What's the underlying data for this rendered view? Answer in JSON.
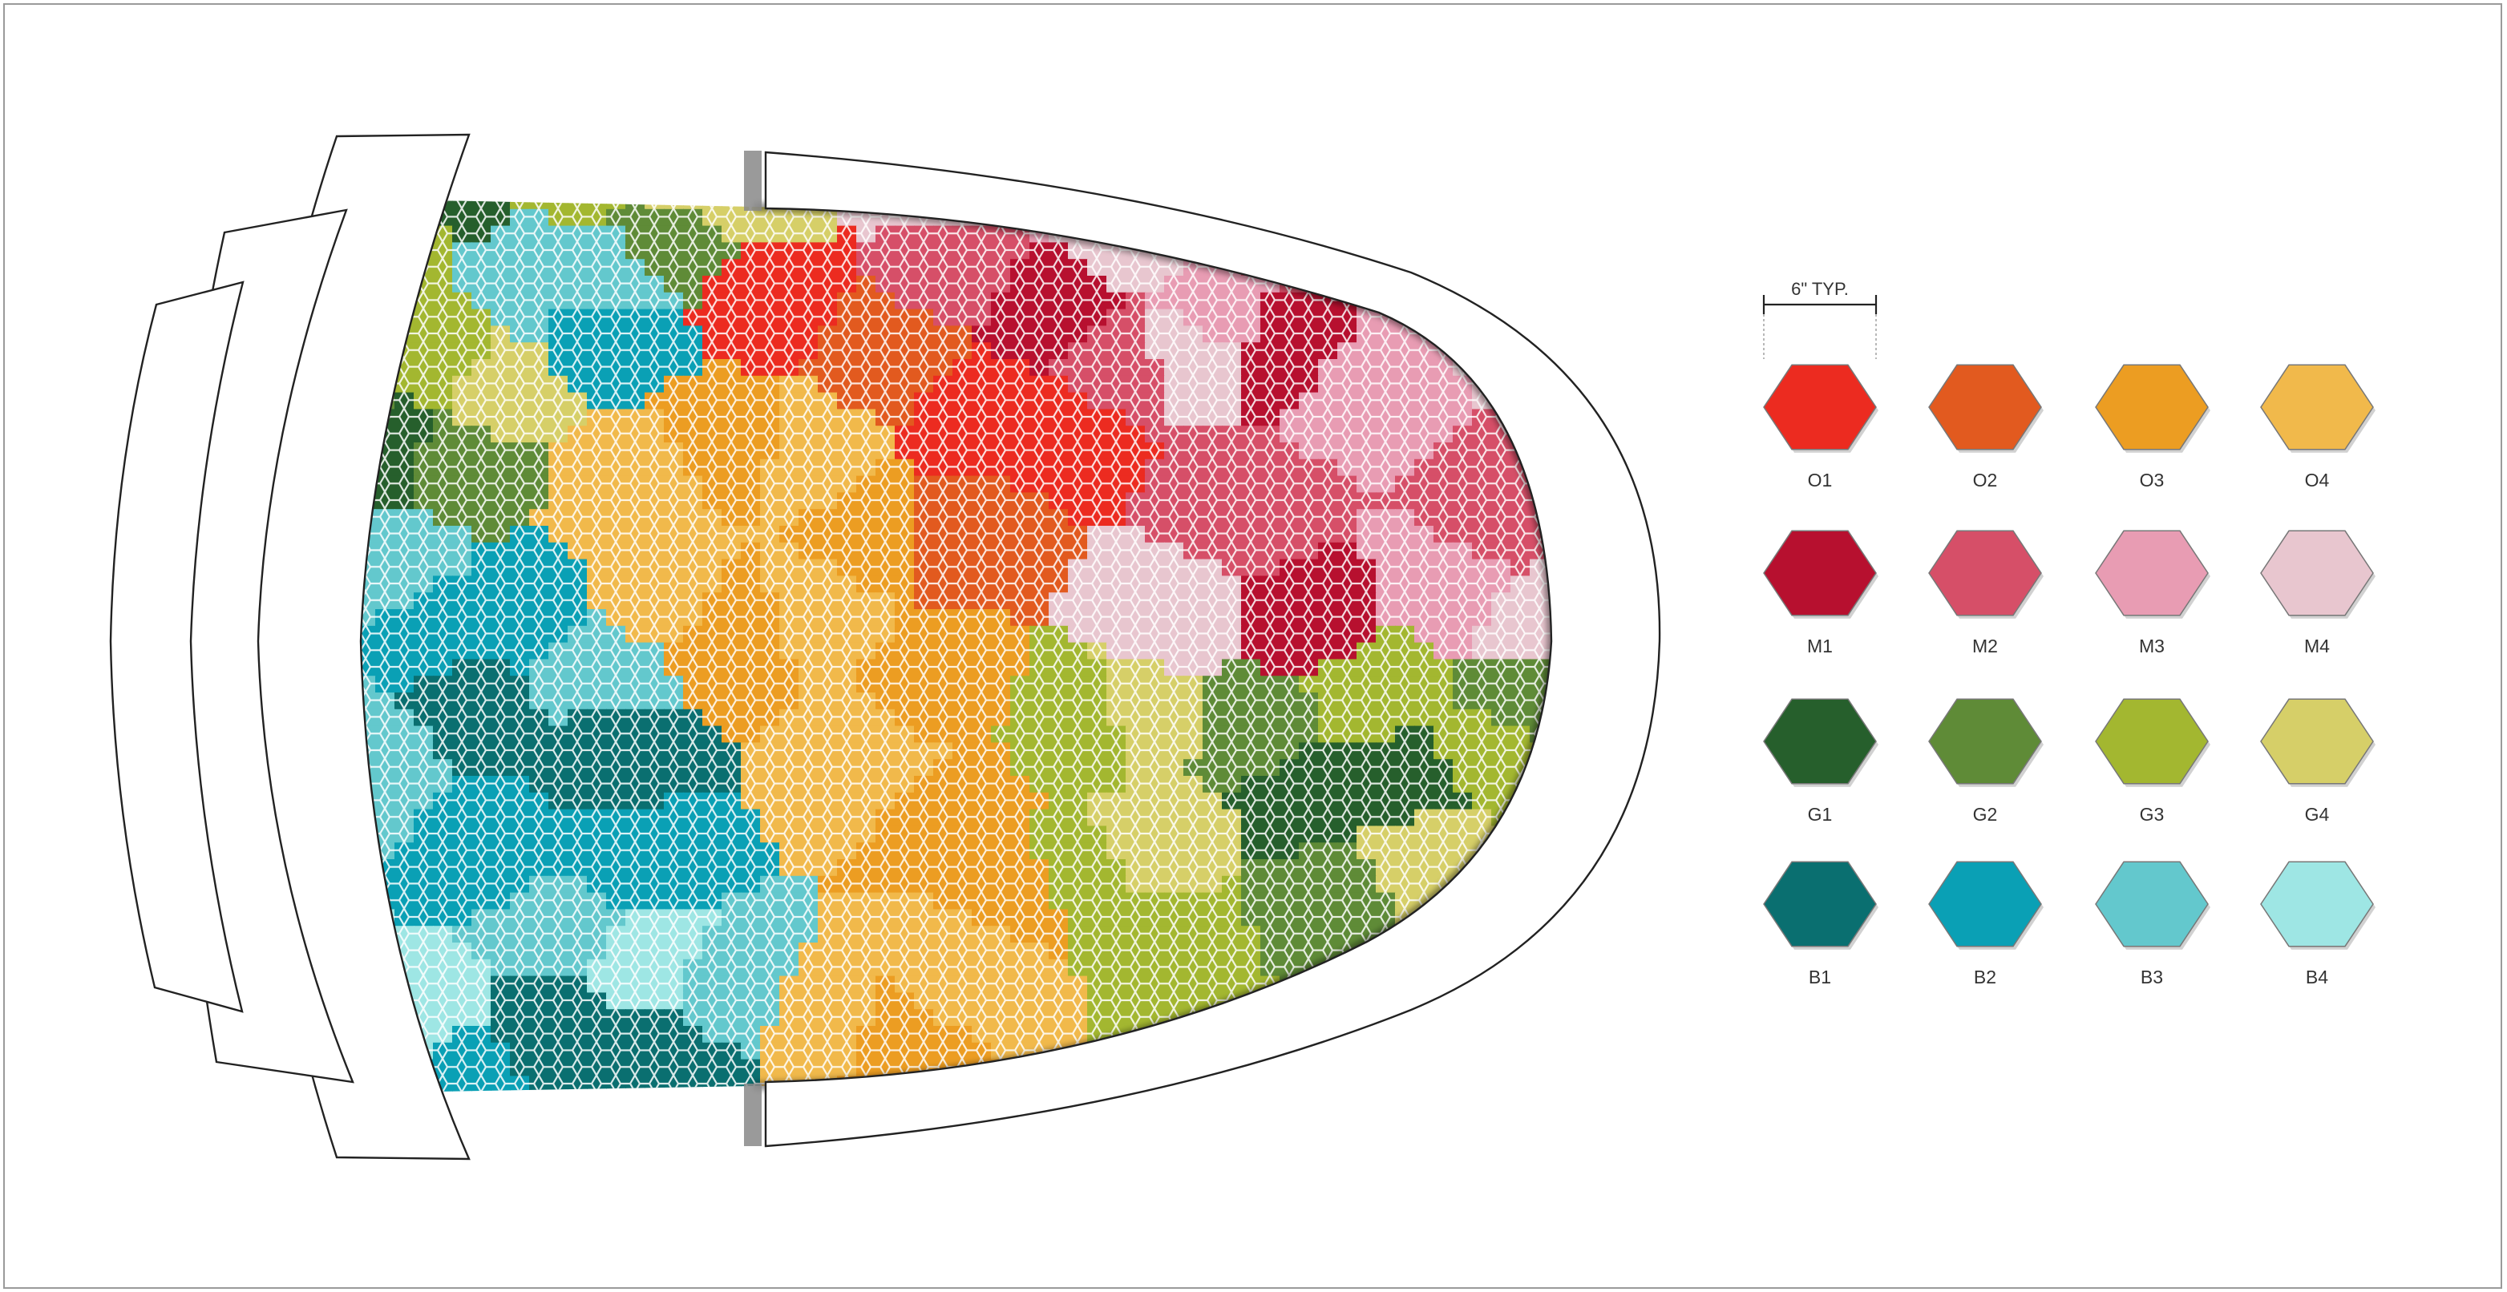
{
  "dimension": {
    "label": "6\" TYP."
  },
  "palette": {
    "rows": [
      [
        {
          "code": "O1",
          "color": "#ec2b20"
        },
        {
          "code": "O2",
          "color": "#e25a1f"
        },
        {
          "code": "O3",
          "color": "#ec9d22"
        },
        {
          "code": "O4",
          "color": "#f1b94b"
        }
      ],
      [
        {
          "code": "M1",
          "color": "#b7102f"
        },
        {
          "code": "M2",
          "color": "#d64f68"
        },
        {
          "code": "M3",
          "color": "#e89cb3"
        },
        {
          "code": "M4",
          "color": "#e8c6cf"
        }
      ],
      [
        {
          "code": "G1",
          "color": "#265f2c"
        },
        {
          "code": "G2",
          "color": "#5f8b37"
        },
        {
          "code": "G3",
          "color": "#a3b730"
        },
        {
          "code": "G4",
          "color": "#d6cf68"
        }
      ],
      [
        {
          "code": "B1",
          "color": "#0a6f70"
        },
        {
          "code": "B2",
          "color": "#0aa0b5"
        },
        {
          "code": "B3",
          "color": "#63c8cd"
        },
        {
          "code": "B4",
          "color": "#9ee6e4"
        }
      ]
    ]
  },
  "mosaic_regions": [
    {
      "code": "G4",
      "seed": [
        470,
        160
      ]
    },
    {
      "code": "G2",
      "seed": [
        560,
        170
      ]
    },
    {
      "code": "G1",
      "seed": [
        560,
        215
      ]
    },
    {
      "code": "G3",
      "seed": [
        700,
        200
      ]
    },
    {
      "code": "G4",
      "seed": [
        860,
        220
      ]
    },
    {
      "code": "G3",
      "seed": [
        470,
        310
      ]
    },
    {
      "code": "G2",
      "seed": [
        830,
        290
      ]
    },
    {
      "code": "G4",
      "seed": [
        920,
        240
      ]
    },
    {
      "code": "M3",
      "seed": [
        990,
        160
      ]
    },
    {
      "code": "M1",
      "seed": [
        1080,
        150
      ]
    },
    {
      "code": "M4",
      "seed": [
        1160,
        230
      ]
    },
    {
      "code": "M3",
      "seed": [
        1300,
        200
      ]
    },
    {
      "code": "M2",
      "seed": [
        1170,
        320
      ]
    },
    {
      "code": "M4",
      "seed": [
        1400,
        280
      ]
    },
    {
      "code": "M2",
      "seed": [
        1600,
        270
      ]
    },
    {
      "code": "M3",
      "seed": [
        1750,
        330
      ]
    },
    {
      "code": "M4",
      "seed": [
        1880,
        360
      ]
    },
    {
      "code": "M3",
      "seed": [
        1500,
        380
      ]
    },
    {
      "code": "M1",
      "seed": [
        1310,
        380
      ]
    },
    {
      "code": "M2",
      "seed": [
        1380,
        440
      ]
    },
    {
      "code": "M4",
      "seed": [
        1470,
        420
      ]
    },
    {
      "code": "M1",
      "seed": [
        1610,
        420
      ]
    },
    {
      "code": "M3",
      "seed": [
        1680,
        470
      ]
    },
    {
      "code": "O1",
      "seed": [
        950,
        360
      ]
    },
    {
      "code": "O2",
      "seed": [
        1100,
        430
      ]
    },
    {
      "code": "O1",
      "seed": [
        1210,
        520
      ]
    },
    {
      "code": "O1",
      "seed": [
        1300,
        520
      ]
    },
    {
      "code": "O2",
      "seed": [
        1190,
        650
      ]
    },
    {
      "code": "B3",
      "seed": [
        650,
        330
      ]
    },
    {
      "code": "B3",
      "seed": [
        750,
        340
      ]
    },
    {
      "code": "B2",
      "seed": [
        750,
        400
      ]
    },
    {
      "code": "G3",
      "seed": [
        530,
        440
      ]
    },
    {
      "code": "G2",
      "seed": [
        440,
        450
      ]
    },
    {
      "code": "G4",
      "seed": [
        600,
        480
      ]
    },
    {
      "code": "G1",
      "seed": [
        470,
        540
      ]
    },
    {
      "code": "G2",
      "seed": [
        560,
        560
      ]
    },
    {
      "code": "O4",
      "seed": [
        780,
        590
      ]
    },
    {
      "code": "O3",
      "seed": [
        900,
        540
      ]
    },
    {
      "code": "O4",
      "seed": [
        1000,
        560
      ]
    },
    {
      "code": "O3",
      "seed": [
        1080,
        650
      ]
    },
    {
      "code": "O4",
      "seed": [
        1000,
        760
      ]
    },
    {
      "code": "O3",
      "seed": [
        920,
        780
      ]
    },
    {
      "code": "O4",
      "seed": [
        800,
        720
      ]
    },
    {
      "code": "O3",
      "seed": [
        1150,
        850
      ]
    },
    {
      "code": "O4",
      "seed": [
        1080,
        930
      ]
    },
    {
      "code": "O3",
      "seed": [
        1180,
        1000
      ]
    },
    {
      "code": "O3",
      "seed": [
        1100,
        1300
      ]
    },
    {
      "code": "O4",
      "seed": [
        1200,
        1200
      ]
    },
    {
      "code": "O4",
      "seed": [
        1020,
        1280
      ]
    },
    {
      "code": "O3",
      "seed": [
        1260,
        1100
      ]
    },
    {
      "code": "B3",
      "seed": [
        470,
        700
      ]
    },
    {
      "code": "B3",
      "seed": [
        460,
        940
      ]
    },
    {
      "code": "B2",
      "seed": [
        530,
        780
      ]
    },
    {
      "code": "B1",
      "seed": [
        580,
        870
      ]
    },
    {
      "code": "B2",
      "seed": [
        650,
        760
      ]
    },
    {
      "code": "B3",
      "seed": [
        720,
        820
      ]
    },
    {
      "code": "B1",
      "seed": [
        740,
        940
      ]
    },
    {
      "code": "B2",
      "seed": [
        600,
        1050
      ]
    },
    {
      "code": "B3",
      "seed": [
        680,
        1150
      ]
    },
    {
      "code": "B1",
      "seed": [
        660,
        1260
      ]
    },
    {
      "code": "B2",
      "seed": [
        770,
        1060
      ]
    },
    {
      "code": "B4",
      "seed": [
        800,
        1200
      ]
    },
    {
      "code": "B1",
      "seed": [
        820,
        1300
      ]
    },
    {
      "code": "B3",
      "seed": [
        880,
        1230
      ]
    },
    {
      "code": "B4",
      "seed": [
        520,
        1260
      ]
    },
    {
      "code": "B2",
      "seed": [
        560,
        1320
      ]
    },
    {
      "code": "G3",
      "seed": [
        1340,
        900
      ]
    },
    {
      "code": "G4",
      "seed": [
        1420,
        880
      ]
    },
    {
      "code": "G3",
      "seed": [
        1330,
        1080
      ]
    },
    {
      "code": "G4",
      "seed": [
        1430,
        1040
      ]
    },
    {
      "code": "G3",
      "seed": [
        1460,
        1170
      ]
    },
    {
      "code": "G2",
      "seed": [
        1550,
        900
      ]
    },
    {
      "code": "G1",
      "seed": [
        1620,
        980
      ]
    },
    {
      "code": "G3",
      "seed": [
        1700,
        850
      ]
    },
    {
      "code": "G2",
      "seed": [
        1640,
        1120
      ]
    },
    {
      "code": "G1",
      "seed": [
        1750,
        960
      ]
    },
    {
      "code": "G4",
      "seed": [
        1770,
        1060
      ]
    },
    {
      "code": "G3",
      "seed": [
        1840,
        920
      ]
    },
    {
      "code": "G2",
      "seed": [
        1880,
        860
      ]
    },
    {
      "code": "M4",
      "seed": [
        1900,
        760
      ]
    },
    {
      "code": "M3",
      "seed": [
        1800,
        720
      ]
    },
    {
      "code": "M2",
      "seed": [
        1860,
        640
      ]
    },
    {
      "code": "M1",
      "seed": [
        1620,
        770
      ]
    },
    {
      "code": "M4",
      "seed": [
        1460,
        760
      ]
    },
    {
      "code": "M2",
      "seed": [
        1540,
        620
      ]
    }
  ]
}
